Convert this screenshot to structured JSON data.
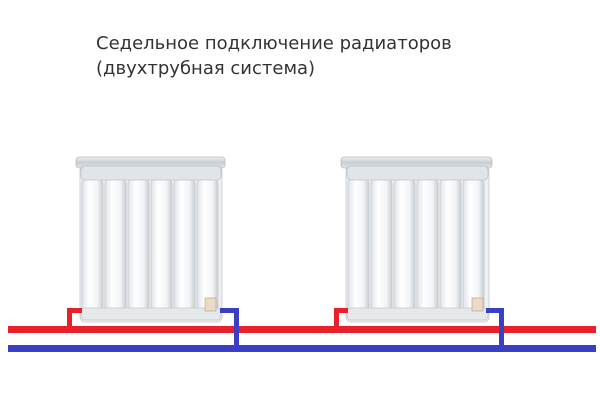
{
  "title": {
    "line1": "Седельное подключение радиаторов",
    "line2": "(двухтрубная система)"
  },
  "diagram": {
    "radiator_count": 2,
    "sections_per_radiator": 6,
    "pipes": [
      {
        "name": "supply",
        "color": "#e8202a"
      },
      {
        "name": "return",
        "color": "#3a3fc6"
      }
    ],
    "radiator_colors": {
      "body": "#f4f6f7",
      "section_shadow": "#c9ced2",
      "header": "#d8dcdf",
      "valve": "#e9d9c9"
    }
  }
}
